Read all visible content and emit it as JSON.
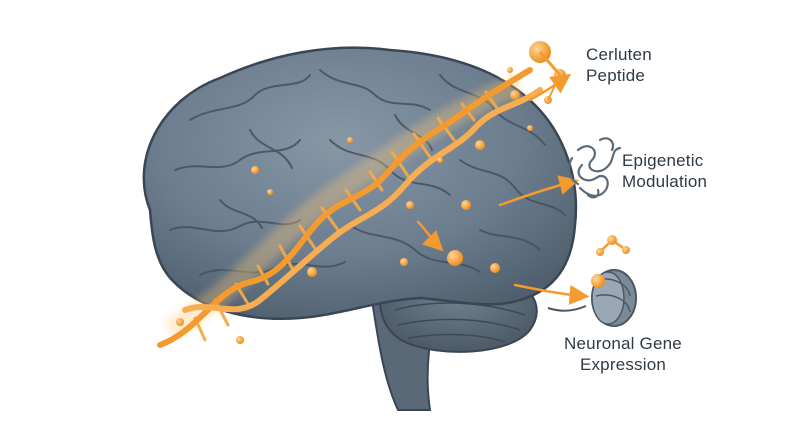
{
  "labels": {
    "peptide": [
      "Cerluten",
      "Peptide"
    ],
    "epigenetic": [
      "Epigenetic",
      "Modulation"
    ],
    "neuronal": [
      "Neuronal Gene",
      "Expression"
    ]
  },
  "colors": {
    "brain_fill": "#6b7d8e",
    "brain_dark": "#4c5b69",
    "brain_stroke": "#3a4653",
    "dna_orange": "#f59a2e",
    "dna_glow": "#ffc777",
    "particle": "#f3a33b",
    "text": "#2f3a46",
    "gray_icon": "#5c6b79"
  },
  "icons": [
    "peptide-molecule-icon",
    "protein-structure-icon",
    "nucleosome-icon",
    "dna-helix-icon",
    "brain-icon"
  ]
}
